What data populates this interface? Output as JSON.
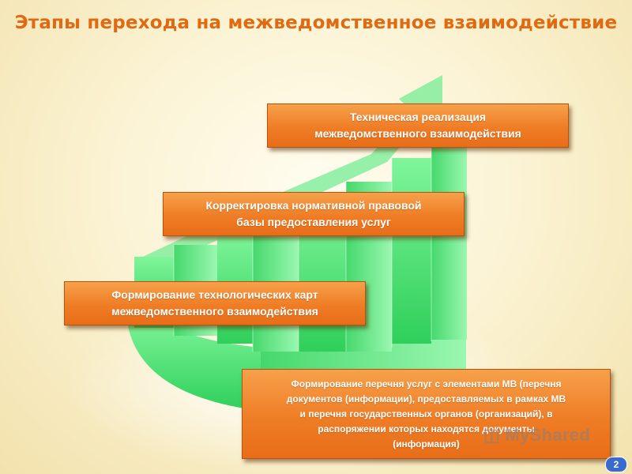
{
  "slide": {
    "title": "Этапы перехода на межведомственное взаимодействие",
    "steps": [
      {
        "line1": "Техническая реализация",
        "line2": "межведомственного взаимодействия"
      },
      {
        "line1": "Корректировка нормативной правовой",
        "line2": "базы предоставления услуг"
      },
      {
        "line1": "Формирование технологических карт",
        "line2": "межведомственного взаимодействия"
      },
      {
        "lines": [
          "Формирование  перечня услуг с элементами МВ (перечня",
          "документов (информации), предоставляемых в рамках МВ",
          "и перечня государственных  органов (организаций), в",
          "распоряжении которых находятся документы",
          "(информация)"
        ]
      }
    ],
    "watermark": "MyShared",
    "page_number": "2"
  },
  "colors": {
    "title": "#e06a12",
    "box_fill": "#ef7d26",
    "chart_green": "#4fe07a",
    "page_badge": "#3a6ad0"
  },
  "icons": [
    "growth-arrow-icon",
    "watermark-logo-icon"
  ]
}
